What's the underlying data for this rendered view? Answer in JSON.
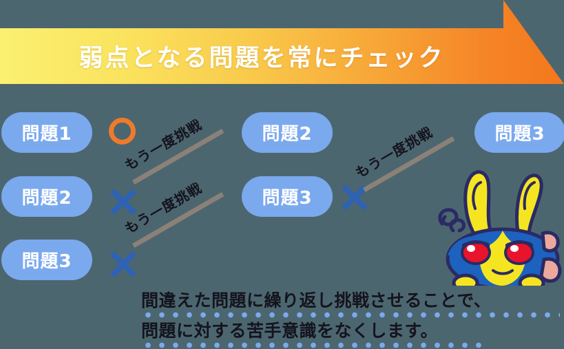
{
  "background_color": "#4C666F",
  "banner": {
    "title": "弱点となる問題を常にチェック",
    "gradient_start": "#FAEE6E",
    "gradient_end": "#F47B20",
    "text_color": "#FFFFFF"
  },
  "colors": {
    "pill_blue": "#7BA9EE",
    "mark_correct_orange": "#EE7B2A",
    "mark_wrong_blue": "#2E62B4",
    "arrow_gray": "#8B8178",
    "caption_text": "#14141E",
    "caption_underline_dot": "#7BA9EE",
    "mascot_yellow": "#F5E521",
    "mascot_blue": "#1C62BE",
    "mascot_outline": "#2A2A64",
    "mascot_eye_red": "#E8142B",
    "mascot_paw_pink": "#EDA89C"
  },
  "columns": {
    "left": {
      "items": [
        {
          "label": "問題1",
          "mark": "circle-correct-icon"
        },
        {
          "label": "問題2",
          "mark": "cross-wrong-icon"
        },
        {
          "label": "問題3",
          "mark": "cross-wrong-icon"
        }
      ]
    },
    "middle": {
      "items": [
        {
          "label": "問題2",
          "mark": ""
        },
        {
          "label": "問題3",
          "mark": "cross-wrong-icon"
        }
      ]
    },
    "right": {
      "items": [
        {
          "label": "問題3",
          "mark": ""
        }
      ]
    }
  },
  "arrows": [
    {
      "label": "もう一度挑戦"
    },
    {
      "label": "もう一度挑戦"
    },
    {
      "label": "もう一度挑戦"
    }
  ],
  "caption": {
    "line1": "間違えた問題に繰り返し挑戦させることで、",
    "line2": "問題に対する苦手意識をなくします。"
  },
  "mascot": {
    "name": "rabbit-mascot",
    "emotion_mark": "frustration-squiggle-icon"
  }
}
